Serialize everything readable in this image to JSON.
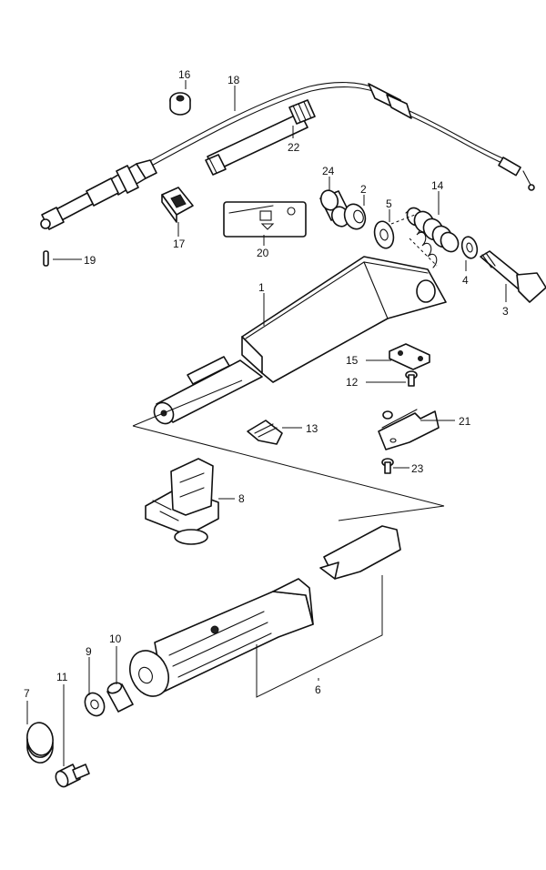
{
  "labels": {
    "l1": "1",
    "l2": "2",
    "l3": "3",
    "l4": "4",
    "l5": "5",
    "l6": "6",
    "l7": "7",
    "l8": "8",
    "l9": "9",
    "l10": "10",
    "l11": "11",
    "l12": "12",
    "l13": "13",
    "l14": "14",
    "l15": "15",
    "l16": "16",
    "l17": "17",
    "l18": "18",
    "l19": "19",
    "l20": "20",
    "l21": "21",
    "l22": "22",
    "l23": "23",
    "l24": "24"
  },
  "colors": {
    "ink": "#111111",
    "paper": "#ffffff"
  }
}
